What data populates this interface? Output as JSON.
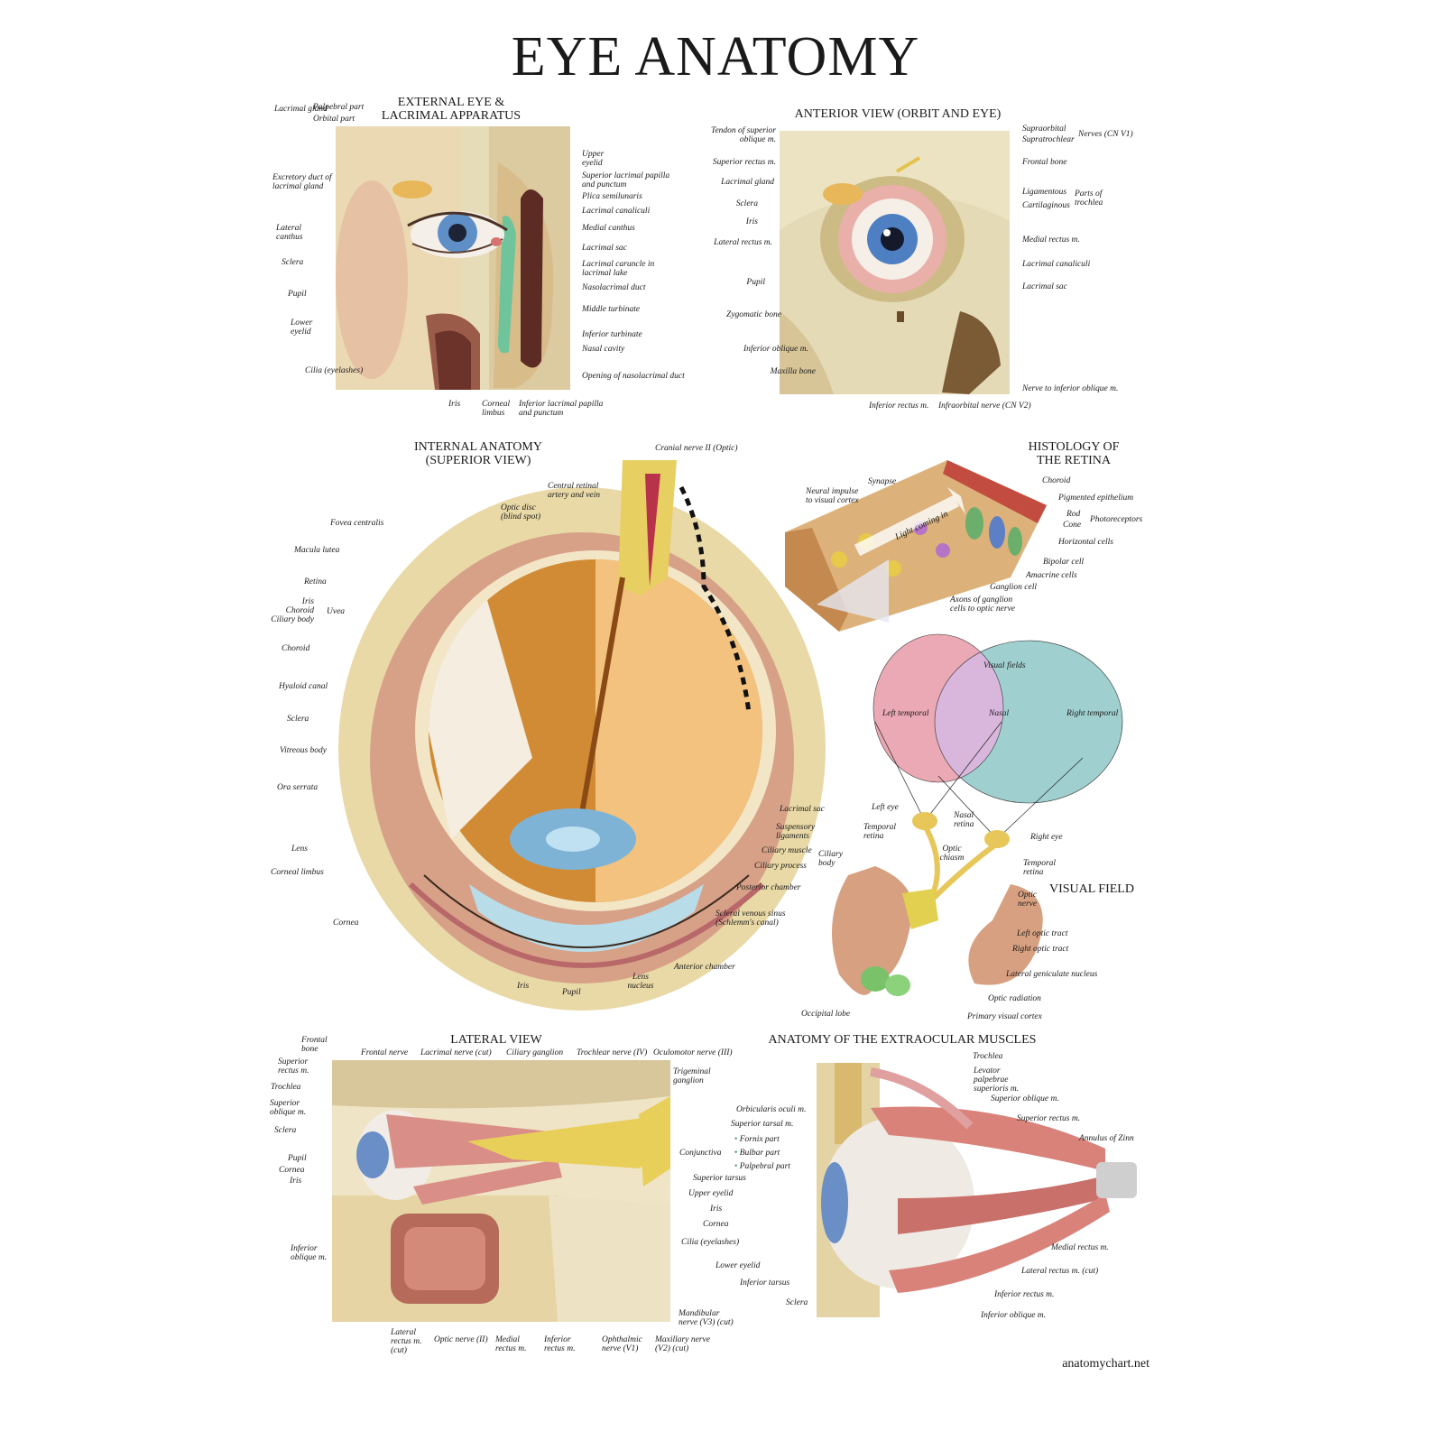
{
  "title": "EYE ANATOMY",
  "footer": "anatomychart.net",
  "sections": {
    "external": {
      "title": "EXTERNAL EYE &\nLACRIMAL APPARATUS",
      "labels": {
        "lacrimal_gland": "Lacrimal gland",
        "palpebral_part": "Palpebral part",
        "orbital_part": "Orbital part",
        "excretory_duct": "Excretory duct of lacrimal gland",
        "lateral_canthus": "Lateral canthus",
        "sclera": "Sclera",
        "pupil": "Pupil",
        "lower_eyelid": "Lower eyelid",
        "cilia": "Cilia (eyelashes)",
        "iris": "Iris",
        "corneal_limbus": "Corneal limbus",
        "inferior_lacrimal_papilla": "Inferior lacrimal papilla and punctum",
        "upper_eyelid": "Upper eyelid",
        "superior_lacrimal_papilla": "Superior lacrimal papilla and punctum",
        "plica_semilunaris": "Plica semilunaris",
        "lacrimal_canaliculi": "Lacrimal canaliculi",
        "medial_canthus": "Medial canthus",
        "lacrimal_sac": "Lacrimal sac",
        "lacrimal_caruncle": "Lacrimal caruncle in lacrimal lake",
        "nasolacrimal_duct": "Nasolacrimal duct",
        "middle_turbinate": "Middle turbinate",
        "inferior_turbinate": "Inferior turbinate",
        "nasal_cavity": "Nasal cavity",
        "opening_nasolacrimal": "Opening of nasolacrimal duct"
      }
    },
    "anterior": {
      "title": "ANTERIOR VIEW (ORBIT AND EYE)",
      "labels": {
        "tendon_superior_oblique": "Tendon of superior oblique m.",
        "superior_rectus": "Superior rectus m.",
        "lacrimal_gland": "Lacrimal gland",
        "sclera": "Sclera",
        "iris": "Iris",
        "lateral_rectus": "Lateral rectus m.",
        "pupil": "Pupil",
        "zygomatic_bone": "Zygomatic bone",
        "inferior_oblique": "Inferior oblique m.",
        "maxilla_bone": "Maxilla bone",
        "inferior_rectus": "Inferior rectus m.",
        "infraorbital_nerve": "Infraorbital nerve (CN V2)",
        "supraorbital": "Supraorbital",
        "supratrochlear": "Supratrochlear",
        "nerves_cnv1": "Nerves (CN V1)",
        "frontal_bone": "Frontal bone",
        "ligamentous": "Ligamentous",
        "cartilaginous": "Cartilaginous",
        "parts_of_trochlea": "Parts of trochlea",
        "medial_rectus": "Medial rectus m.",
        "lacrimal_canaliculi": "Lacrimal canaliculi",
        "lacrimal_sac": "Lacrimal sac",
        "nerve_inferior_oblique": "Nerve to inferior oblique m."
      }
    },
    "internal": {
      "title": "INTERNAL ANATOMY\n(SUPERIOR VIEW)",
      "labels": {
        "cranial_nerve": "Cranial nerve II (Optic)",
        "central_retinal": "Central retinal artery and vein",
        "optic_disc": "Optic disc (blind spot)",
        "fovea": "Fovea centralis",
        "macula": "Macula lutea",
        "retina": "Retina",
        "iris": "Iris",
        "choroid_uvea": "Choroid",
        "ciliary_body": "Ciliary body",
        "uvea": "Uvea",
        "choroid": "Choroid",
        "hyaloid": "Hyaloid canal",
        "sclera": "Sclera",
        "vitreous": "Vitreous body",
        "ora_serrata": "Ora serrata",
        "lens": "Lens",
        "corneal_limbus": "Corneal limbus",
        "cornea": "Cornea",
        "iris_bottom": "Iris",
        "pupil": "Pupil",
        "lens_nucleus": "Lens nucleus",
        "anterior_chamber": "Anterior chamber",
        "lacrimal_sac": "Lacrimal sac",
        "suspensory": "Suspensory ligaments",
        "ciliary_muscle": "Ciliary muscle",
        "ciliary_process": "Ciliary process",
        "ciliary_body_r": "Ciliary body",
        "posterior_chamber": "Posterior chamber",
        "scleral_venous": "Scleral venous sinus (Schlemm's canal)"
      }
    },
    "histology": {
      "title": "HISTOLOGY OF\nTHE RETINA",
      "labels": {
        "neural_impulse": "Neural impulse to visual cortex",
        "synapse": "Synapse",
        "light": "Light coming in",
        "choroid": "Choroid",
        "pigmented": "Pigmented epithelium",
        "rod": "Rod",
        "cone": "Cone",
        "photoreceptors": "Photoreceptors",
        "horizontal": "Horizontal cells",
        "bipolar": "Bipolar cell",
        "amacrine": "Amacrine cells",
        "ganglion": "Ganglion cell",
        "axons": "Axons of ganglion cells to optic nerve"
      }
    },
    "visual": {
      "title": "VISUAL FIELD",
      "labels": {
        "visual_fields": "Visual fields",
        "left_temporal": "Left temporal",
        "nasal": "Nasal",
        "right_temporal": "Right temporal",
        "left_eye": "Left eye",
        "temporal_retina_l": "Temporal retina",
        "nasal_retina": "Nasal retina",
        "right_eye": "Right eye",
        "optic_chiasm": "Optic chiasm",
        "temporal_retina_r": "Temporal retina",
        "optic_nerve": "Optic nerve",
        "left_optic_tract": "Left optic tract",
        "right_optic_tract": "Right optic tract",
        "lateral_geniculate": "Lateral geniculate nucleus",
        "optic_radiation": "Optic radiation",
        "occipital_lobe": "Occipital lobe",
        "primary_visual": "Primary visual cortex"
      },
      "colors": {
        "left": "#eaa9b4",
        "right": "#9fd0cf",
        "overlap": "#d9b7dd"
      }
    },
    "lateral": {
      "title": "LATERAL VIEW",
      "labels": {
        "frontal_bone": "Frontal bone",
        "superior_rectus": "Superior rectus m.",
        "trochlea": "Trochlea",
        "superior_oblique": "Superior oblique m.",
        "sclera": "Sclera",
        "pupil": "Pupil",
        "cornea": "Cornea",
        "iris": "Iris",
        "inferior_oblique": "Inferior oblique m.",
        "frontal_nerve": "Frontal nerve",
        "lacrimal_nerve": "Lacrimal nerve (cut)",
        "ciliary_ganglion": "Ciliary ganglion",
        "trochlear_nerve": "Trochlear nerve (IV)",
        "oculomotor_nerve": "Oculomotor nerve (III)",
        "trigeminal": "Trigeminal ganglion",
        "lateral_rectus": "Lateral rectus m. (cut)",
        "optic_nerve": "Optic nerve (II)",
        "medial_rectus": "Medial rectus m.",
        "inferior_rectus": "Inferior rectus m.",
        "ophthalmic": "Ophthalmic nerve (V1)",
        "maxillary": "Maxillary nerve (V2) (cut)",
        "mandibular": "Mandibular nerve (V3) (cut)"
      }
    },
    "extraocular": {
      "title": "ANATOMY OF THE EXTRAOCULAR MUSCLES",
      "labels": {
        "trochlea": "Trochlea",
        "levator": "Levator palpebrae superioris m.",
        "superior_oblique": "Superior oblique m.",
        "superior_rectus": "Superior rectus m.",
        "annulus": "Annulus of Zinn",
        "orbicularis": "Orbicularis oculi m.",
        "superior_tarsal": "Superior tarsal m.",
        "fornix": "Fornix part",
        "bulbar": "Bulbar part",
        "palpebral": "Palpebral part",
        "conjunctiva": "Conjunctiva",
        "superior_tarsus": "Superior tarsus",
        "upper_eyelid": "Upper eyelid",
        "iris": "Iris",
        "cornea": "Cornea",
        "cilia": "Cilia (eyelashes)",
        "lower_eyelid": "Lower eyelid",
        "inferior_tarsus": "Inferior tarsus",
        "sclera": "Sclera",
        "medial_rectus": "Medial rectus m.",
        "lateral_rectus": "Lateral rectus m. (cut)",
        "inferior_rectus": "Inferior rectus m.",
        "inferior_oblique": "Inferior oblique m."
      }
    }
  }
}
